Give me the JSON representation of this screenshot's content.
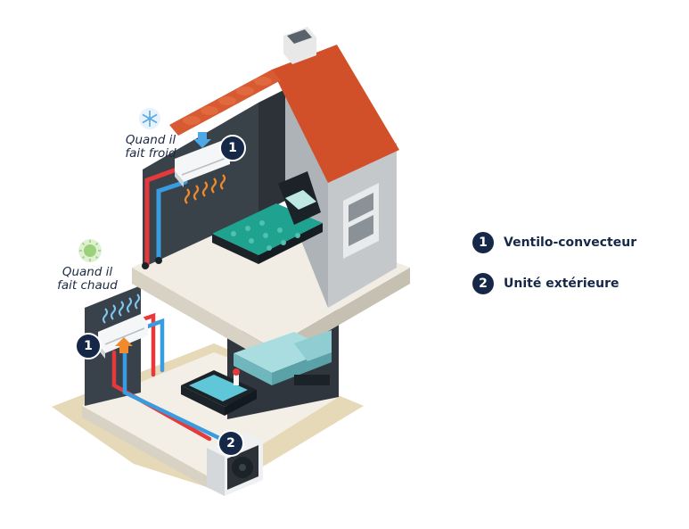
{
  "captions": {
    "cold": "Quand il\nfait froid",
    "hot": "Quand il\nfait chaud"
  },
  "badges": {
    "indoor_upper": "1",
    "indoor_lower": "1",
    "outdoor": "2"
  },
  "legend": [
    {
      "number": "1",
      "label": "Ventilo-convecteur"
    },
    {
      "number": "2",
      "label": "Unité extérieure"
    }
  ],
  "colors": {
    "roof": "#d1502a",
    "wall_interior": "#3a4249",
    "wall_exterior": "#c4c8cb",
    "floor": "#f1ede4",
    "ground": "#e6d9b8",
    "pipe_hot": "#e5393b",
    "pipe_cold": "#3a9ce0",
    "airflow_warm": "#f08a2c",
    "airflow_cool": "#7ec8ef",
    "bed": "#1fa290",
    "sofa": "#a9dde0",
    "badge": "#162848"
  },
  "icons": {
    "cold": "snowflake-icon",
    "hot": "sun-icon"
  }
}
